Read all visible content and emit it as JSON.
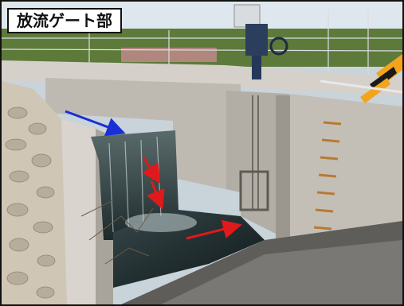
{
  "title_label": "放流ゲート部",
  "arrows": [
    {
      "id": "arrow-1",
      "color": "#1a2fd6"
    },
    {
      "id": "arrow-2",
      "color": "#e01a1a"
    },
    {
      "id": "arrow-3",
      "color": "#e01a1a"
    },
    {
      "id": "arrow-4",
      "color": "#e01a1a"
    }
  ],
  "colors": {
    "concrete": "#c9c4bb",
    "concrete_shadow": "#8f8a82",
    "water": "#3f4f52",
    "sky": "#dfe7ee",
    "vegetation": "#5d7a3a",
    "hazard_stripe_1": "#f2a51c",
    "hazard_stripe_2": "#1a1a1a"
  }
}
